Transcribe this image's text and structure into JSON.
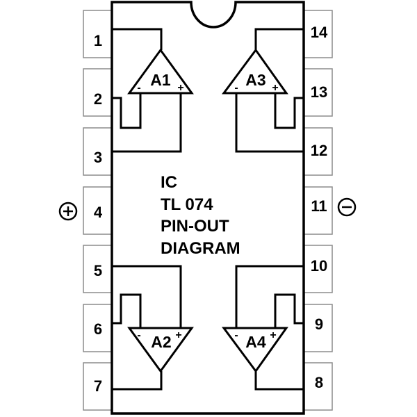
{
  "title_lines": [
    "IC",
    "TL 074",
    "PIN-OUT",
    "DIAGRAM"
  ],
  "pins": {
    "p1": "1",
    "p2": "2",
    "p3": "3",
    "p4": "4",
    "p5": "5",
    "p6": "6",
    "p7": "7",
    "p8": "8",
    "p9": "9",
    "p10": "10",
    "p11": "11",
    "p12": "12",
    "p13": "13",
    "p14": "14"
  },
  "amplifiers": {
    "a1": {
      "label": "A1",
      "minus": "-",
      "plus": "+"
    },
    "a2": {
      "label": "A2",
      "minus": "-",
      "plus": "+"
    },
    "a3": {
      "label": "A3",
      "minus": "-",
      "plus": "+"
    },
    "a4": {
      "label": "A4",
      "minus": "-",
      "plus": "+"
    }
  },
  "power": {
    "positive_icon": "plus-circle-icon",
    "negative_icon": "minus-circle-icon"
  }
}
